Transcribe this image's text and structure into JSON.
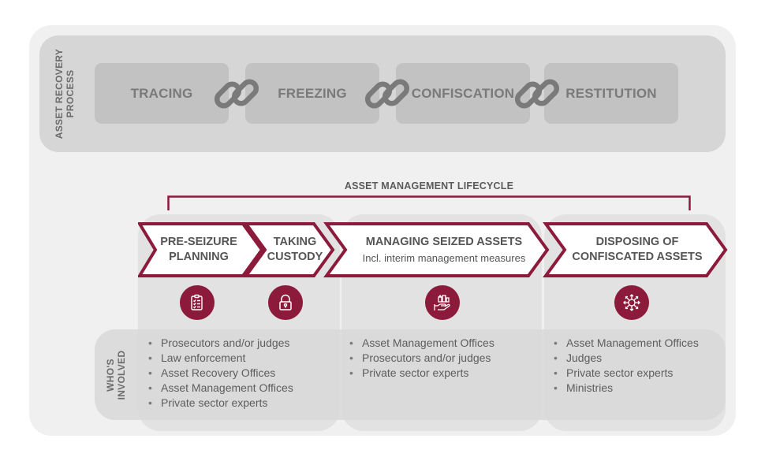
{
  "process": {
    "label_lines": [
      "ASSET RECOVERY",
      "PROCESS"
    ],
    "steps": [
      "TRACING",
      "FREEZING",
      "CONFISCATION",
      "RESTITUTION"
    ]
  },
  "lifecycle": {
    "title": "ASSET MANAGEMENT LIFECYCLE",
    "stages": [
      {
        "lines": [
          "PRE-SEIZURE",
          "PLANNING"
        ],
        "icon": "checklist-clipboard-icon"
      },
      {
        "lines": [
          "TAKING",
          "CUSTODY"
        ],
        "icon": "padlock-icon"
      },
      {
        "lines": [
          "MANAGING SEIZED ASSETS"
        ],
        "subtitle": "Incl. interim management measures",
        "icon": "hand-holding-assets-icon"
      },
      {
        "lines": [
          "DISPOSING OF",
          "CONFISCATED ASSETS"
        ],
        "icon": "distribution-arrows-icon"
      }
    ]
  },
  "who": {
    "label_lines": [
      "WHO'S",
      "INVOLVED"
    ],
    "groups": [
      [
        "Prosecutors and/or judges",
        "Law enforcement",
        "Asset Recovery Offices",
        "Asset Management Offices",
        "Private sector experts"
      ],
      [
        "Asset Management Offices",
        "Prosecutors and/or judges",
        "Private sector experts"
      ],
      [
        "Asset Management Offices",
        "Judges",
        "Private sector experts",
        "Ministries"
      ]
    ]
  },
  "colors": {
    "accent": "#8c1a3b",
    "chain": "#7a7a7a",
    "step_box": "#c2c2c2",
    "panel": "#d6d6d6"
  }
}
